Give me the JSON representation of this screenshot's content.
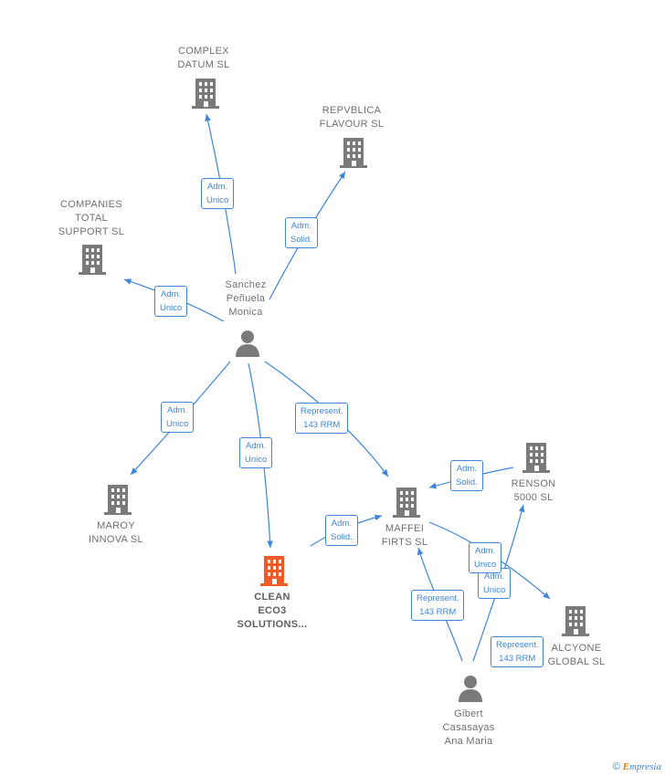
{
  "nodes": {
    "complex_datum": {
      "lines": [
        "COMPLEX",
        "DATUM  SL"
      ],
      "icon": "building-icon",
      "color": "#7a7a7a"
    },
    "repvblica": {
      "lines": [
        "REPVBLICA",
        "FLAVOUR  SL"
      ],
      "icon": "building-icon",
      "color": "#7a7a7a"
    },
    "companies_total": {
      "lines": [
        "COMPANIES",
        "TOTAL",
        "SUPPORT  SL"
      ],
      "icon": "building-icon",
      "color": "#7a7a7a"
    },
    "sanchez": {
      "lines": [
        "Sanchez",
        "Peñuela",
        "Monica"
      ],
      "icon": "person-icon",
      "color": "#7a7a7a"
    },
    "maroy": {
      "lines": [
        "MAROY",
        "INNOVA  SL"
      ],
      "icon": "building-icon",
      "color": "#7a7a7a"
    },
    "clean_eco3": {
      "lines": [
        "CLEAN",
        "ECO3",
        "SOLUTIONS..."
      ],
      "icon": "building-icon",
      "color": "#f05a28"
    },
    "maffei": {
      "lines": [
        "MAFFEI",
        "FIRTS  SL"
      ],
      "icon": "building-icon",
      "color": "#7a7a7a"
    },
    "renson": {
      "lines": [
        "RENSON",
        "5000  SL"
      ],
      "icon": "building-icon",
      "color": "#7a7a7a"
    },
    "alcyone": {
      "lines": [
        "ALCYONE",
        "GLOBAL  SL"
      ],
      "icon": "building-icon",
      "color": "#7a7a7a"
    },
    "gibert": {
      "lines": [
        "Gibert",
        "Casasayas",
        "Ana Maria"
      ],
      "icon": "person-icon",
      "color": "#7a7a7a"
    }
  },
  "edge_labels": [
    {
      "id": "e1",
      "lines": [
        "Adm.",
        "Unico"
      ]
    },
    {
      "id": "e2",
      "lines": [
        "Adm.",
        "Solid."
      ]
    },
    {
      "id": "e3",
      "lines": [
        "Adm.",
        "Unico"
      ]
    },
    {
      "id": "e4",
      "lines": [
        "Adm.",
        "Unico"
      ]
    },
    {
      "id": "e5",
      "lines": [
        "Adm.",
        "Unico"
      ]
    },
    {
      "id": "e6",
      "lines": [
        "Represent.",
        "143 RRM"
      ]
    },
    {
      "id": "e7",
      "lines": [
        "Adm.",
        "Solid."
      ]
    },
    {
      "id": "e8",
      "lines": [
        "Adm.",
        "Solid."
      ]
    },
    {
      "id": "e9",
      "lines": [
        "Represent.",
        "143 RRM"
      ]
    },
    {
      "id": "e10",
      "lines": [
        "Adm.",
        "Unico"
      ]
    },
    {
      "id": "e11",
      "lines": [
        "Adm.",
        "Unico"
      ]
    },
    {
      "id": "e12",
      "lines": [
        "Represent.",
        "143 RRM"
      ]
    }
  ],
  "colors": {
    "edge": "#3d85d8",
    "node": "#7a7a7a",
    "focus": "#f05a28"
  },
  "brand": {
    "copyright": "©",
    "e": "E",
    "rest": "mpresia"
  }
}
